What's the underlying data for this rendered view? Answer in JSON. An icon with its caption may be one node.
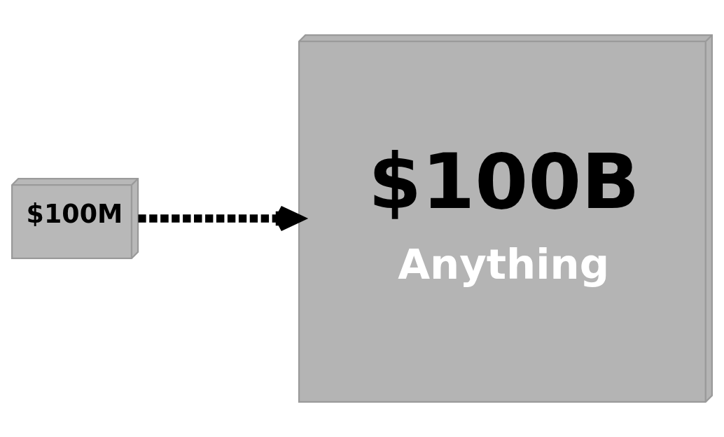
{
  "diagram": {
    "nodes": [
      {
        "text": [
          "$100M"
        ]
      },
      {
        "text": [
          "$100B",
          "Anything"
        ]
      }
    ],
    "edges": [
      {
        "from": 0,
        "to": 1,
        "arrow": "to",
        "style": "dashed"
      }
    ]
  }
}
